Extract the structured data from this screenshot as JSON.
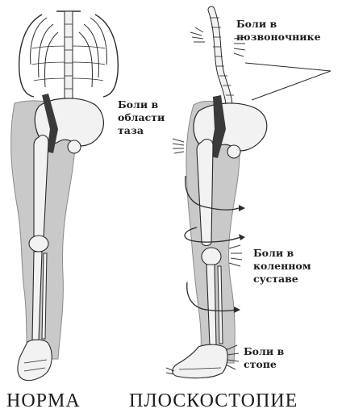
{
  "figure": {
    "colors": {
      "muscle": "#c9c9c9",
      "bone": "#f2f2f2",
      "outline": "#2a2a2a",
      "pain_mark": "#3a3a3a"
    }
  },
  "labels": {
    "spine_pain": {
      "line1": "Боли в",
      "line2": "позвоночнике"
    },
    "pelvis_pain": {
      "line1": "Боли в",
      "line2": "области",
      "line3": "таза"
    },
    "knee_pain": {
      "line1": "Боли в",
      "line2": "коленном",
      "line3": "суставе"
    },
    "foot_pain": {
      "line1": "Боли в",
      "line2": "стопе"
    }
  },
  "captions": {
    "normal": "НОРМА",
    "flatfoot": "ПЛОСКОСТОПИЕ"
  }
}
